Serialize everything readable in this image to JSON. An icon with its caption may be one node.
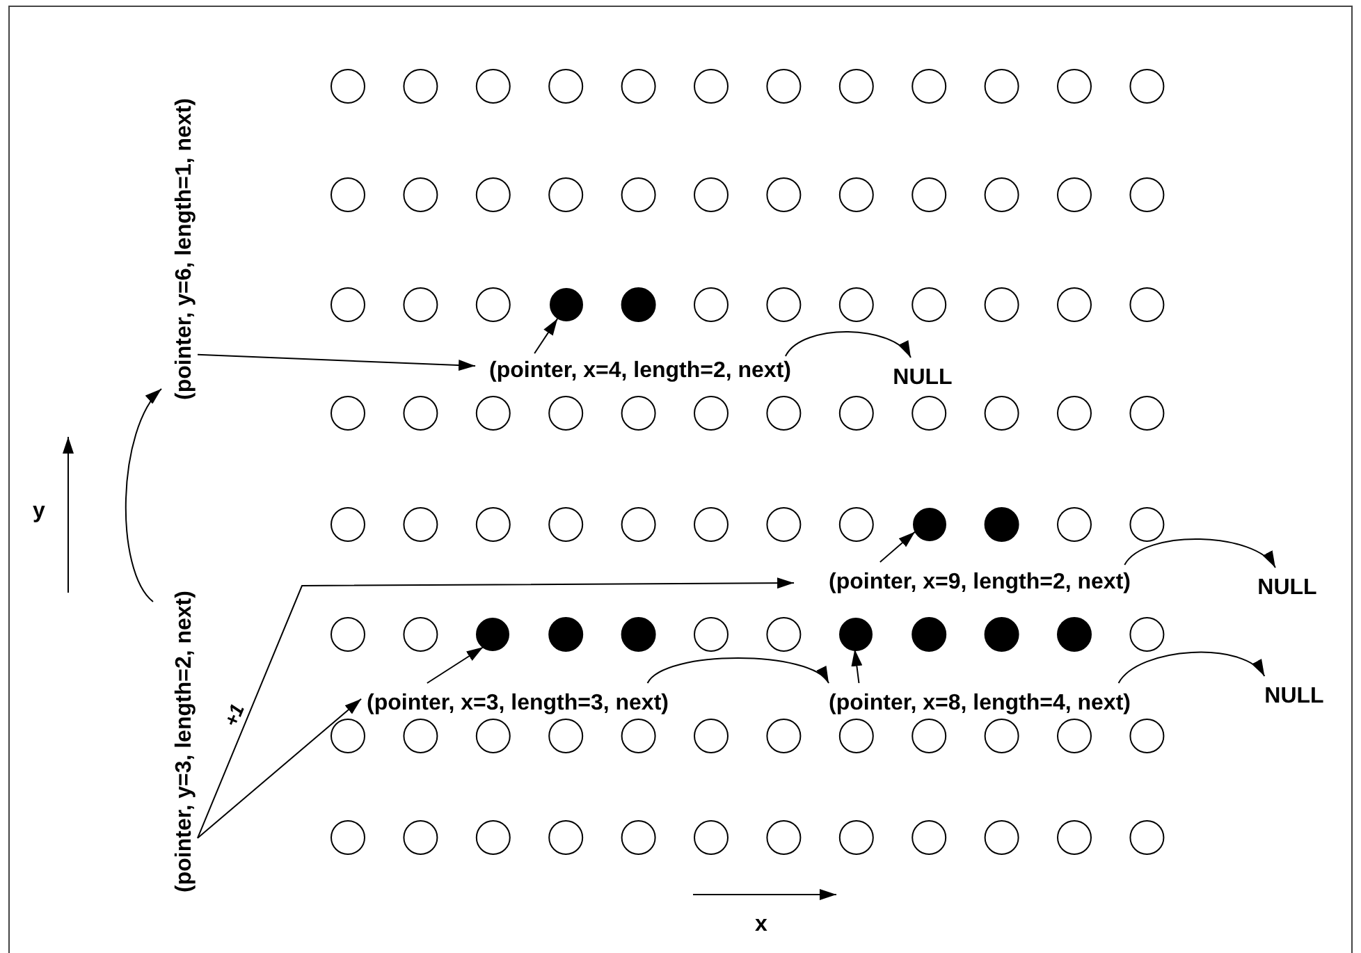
{
  "diagram": {
    "nodes": [
      {
        "text": [
          "(pointer, y=6, length=1, next)"
        ]
      },
      {
        "text": [
          "(pointer, y=3, length=2, next)"
        ]
      },
      {
        "text": [
          "(pointer, x=4, length=2, next)"
        ]
      },
      {
        "text": [
          "NULL"
        ]
      },
      {
        "text": [
          "(pointer, x=9, length=2, next)"
        ]
      },
      {
        "text": [
          "NULL"
        ]
      },
      {
        "text": [
          "(pointer, x=3, length=3, next)"
        ]
      },
      {
        "text": [
          "(pointer, x=8, length=4, next)"
        ]
      },
      {
        "text": [
          "NULL"
        ]
      },
      {
        "text": [],
        "shape": "circle"
      },
      {
        "text": [],
        "shape": "circle"
      },
      {
        "text": [],
        "shape": "circle"
      },
      {
        "text": [],
        "shape": "circle"
      }
    ],
    "edges": [
      {
        "from": 1,
        "to": 0,
        "arrow": "to"
      },
      {
        "from": 0,
        "to": 2,
        "arrow": "to"
      },
      {
        "from": 2,
        "to": 9,
        "arrow": "to"
      },
      {
        "from": 2,
        "to": 3,
        "arrow": "to"
      },
      {
        "from": 1,
        "to": 4,
        "arrow": "to",
        "label": "+1"
      },
      {
        "from": 1,
        "to": 6,
        "arrow": "to"
      },
      {
        "from": 6,
        "to": 11,
        "arrow": "to"
      },
      {
        "from": 6,
        "to": 7,
        "arrow": "to"
      },
      {
        "from": 7,
        "to": 12,
        "arrow": "to"
      },
      {
        "from": 7,
        "to": 8,
        "arrow": "to"
      },
      {
        "from": 4,
        "to": 10,
        "arrow": "to"
      },
      {
        "from": 4,
        "to": 5,
        "arrow": "to"
      }
    ],
    "labels": [
      "y",
      "x"
    ]
  }
}
